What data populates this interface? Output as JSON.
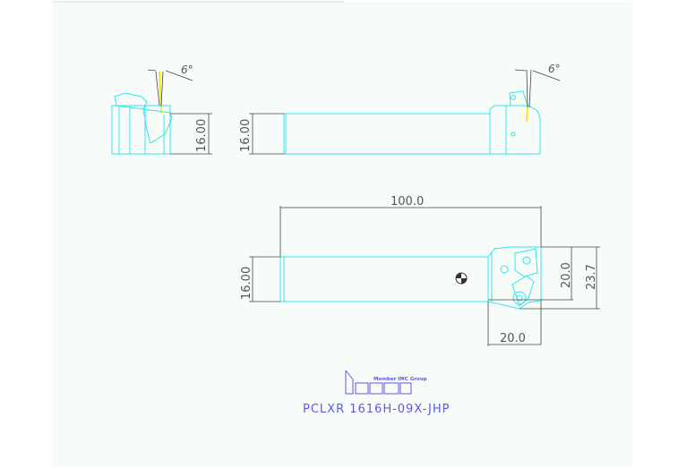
{
  "part_number": "PCLXR 1616H-09X-JHP",
  "logo": {
    "brand": "iscar",
    "tagline": "Member IMC Group",
    "color": "#5a5ae6"
  },
  "colors": {
    "outline": "#2fe3ef",
    "dimension": "#444444",
    "cutting_edge": "#f0e000"
  },
  "dimensions": {
    "side_angle_left": "6°",
    "side_angle_right": "6°",
    "front_height": "16.00",
    "side_height": "16.00",
    "overall_length": "100.0",
    "top_height": "16.00",
    "head_width": "20.0",
    "head_height": "20.0",
    "head_total": "23.7"
  }
}
